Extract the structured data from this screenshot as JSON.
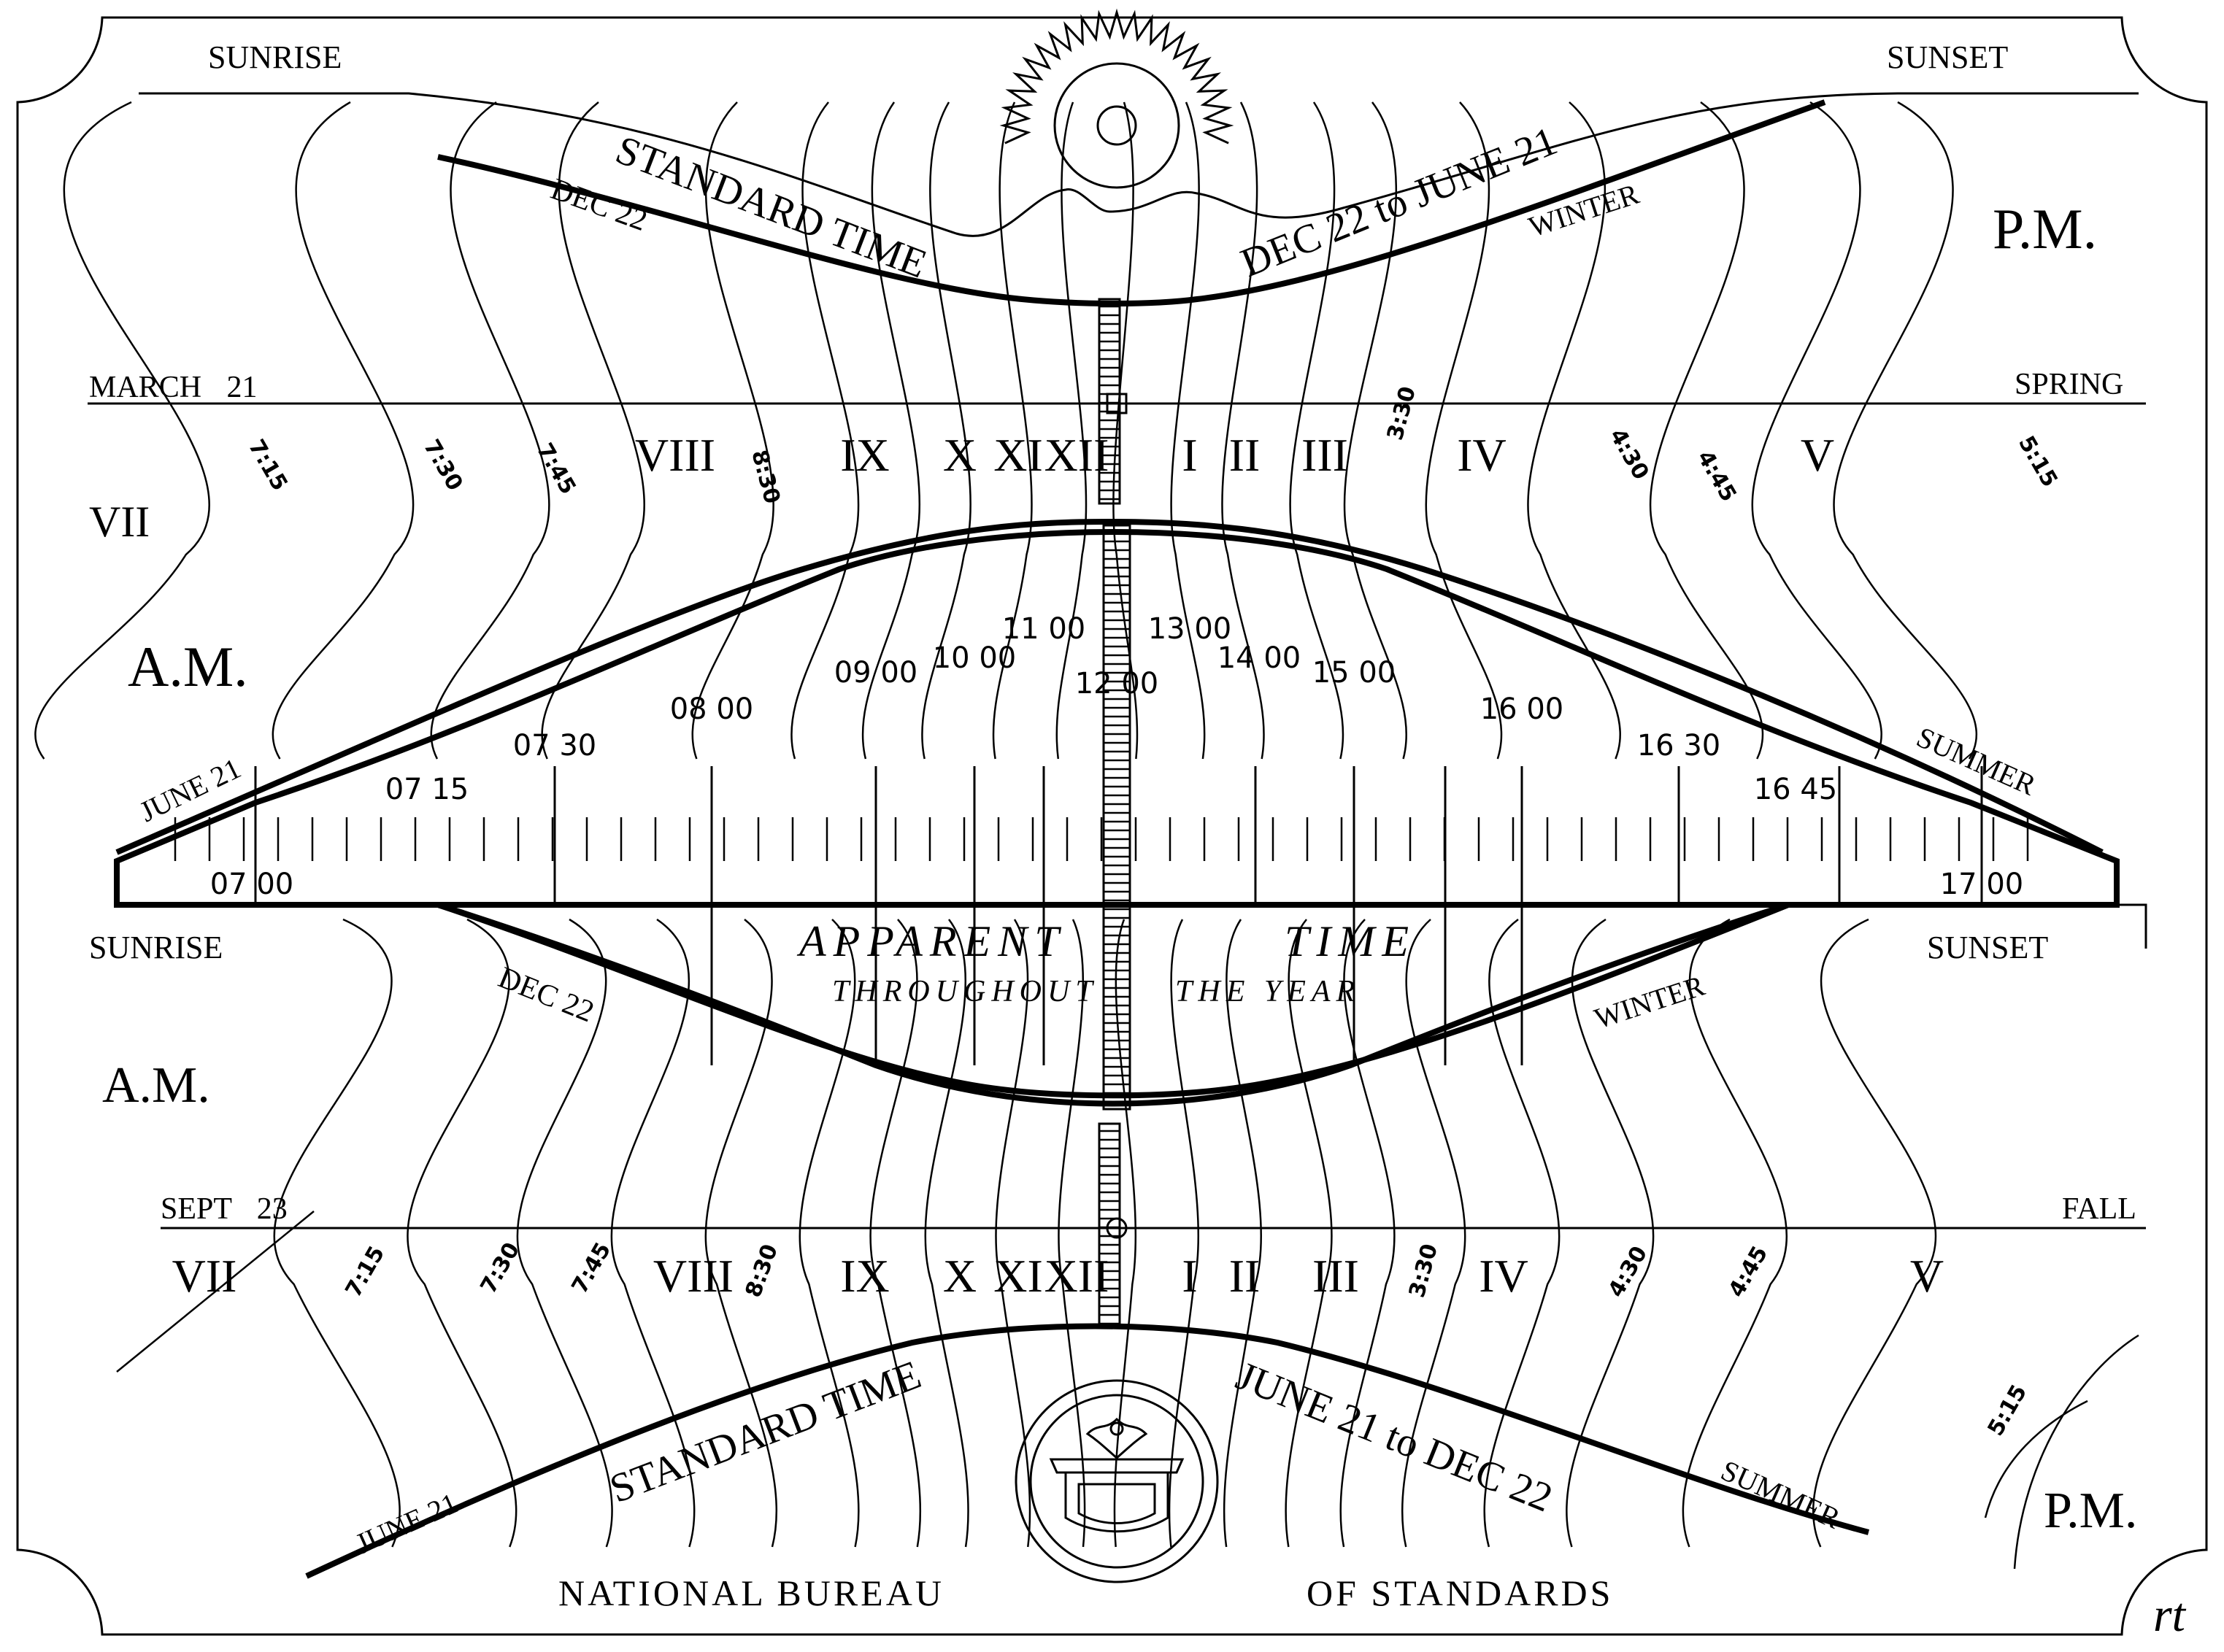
{
  "top_panel": {
    "sunrise": "SUNRISE",
    "sunset": "SUNSET",
    "pm": "P.M.",
    "am": "A.M.",
    "vii": "VII",
    "date_left": "MARCH 21",
    "season_right": "SPRING",
    "dec22": "DEC 22",
    "winter": "WINTER",
    "june21": "JUNE 21",
    "summer": "SUMMER",
    "banner_left": "STANDARD TIME",
    "banner_right": "DEC 22 to JUNE 21",
    "hour_numerals": [
      "VIII",
      "IX",
      "X",
      "XI",
      "XII",
      "I",
      "II",
      "III",
      "IV",
      "V"
    ],
    "quarter_labels": [
      "7:15",
      "7:30",
      "7:45",
      "8:30",
      "3:30",
      "4:30",
      "4:45",
      "5:15"
    ]
  },
  "middle_panel": {
    "hours": [
      "07 00",
      "07 15",
      "07 30",
      "08 00",
      "09 00",
      "10 00",
      "11 00",
      "12 00",
      "13 00",
      "14 00",
      "15 00",
      "16 00",
      "16 30",
      "16 45",
      "17 00"
    ],
    "title_line1_a": "APPARENT",
    "title_line1_b": "TIME",
    "title_line2_a": "THROUGHOUT",
    "title_line2_b": "THE YEAR"
  },
  "bottom_panel": {
    "sunrise": "SUNRISE",
    "sunset": "SUNSET",
    "am": "A.M.",
    "pm": "P.M.",
    "date_left": "SEPT 23",
    "season_right": "FALL",
    "dec22": "DEC 22",
    "winter": "WINTER",
    "june21": "JUNE 21",
    "summer": "SUMMER",
    "banner_left": "STANDARD TIME",
    "banner_right": "JUNE 21 to DEC 22",
    "hour_numerals": [
      "VII",
      "VIII",
      "IX",
      "X",
      "XI",
      "XII",
      "I",
      "II",
      "III",
      "IV",
      "V"
    ],
    "quarter_labels": [
      "7:15",
      "7:30",
      "7:45",
      "8:30",
      "3:30",
      "4:30",
      "4:45",
      "5:15"
    ]
  },
  "footer": {
    "left": "NATIONAL BUREAU",
    "right": "OF STANDARDS",
    "signature": "rt"
  }
}
